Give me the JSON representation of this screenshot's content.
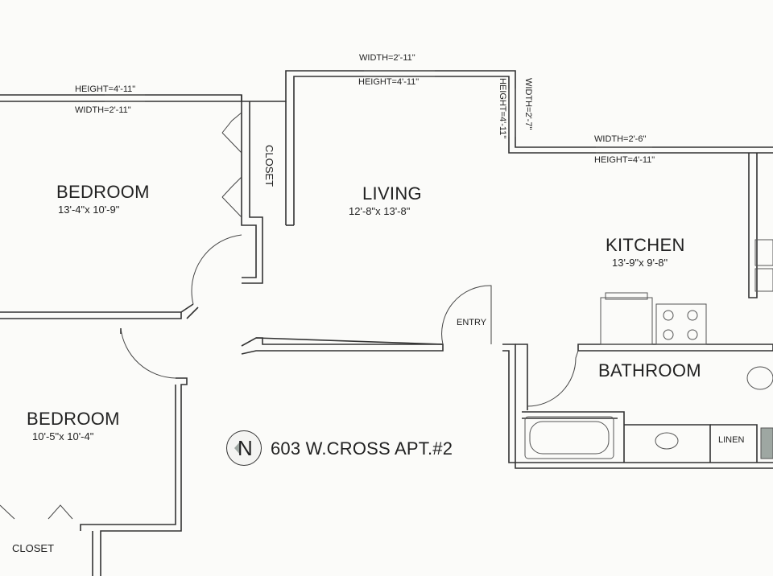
{
  "rooms": {
    "bedroom1": {
      "name": "BEDROOM",
      "dims": "13'-4\"x 10'-9\""
    },
    "living": {
      "name": "LIVING",
      "dims": "12'-8\"x 13'-8\""
    },
    "kitchen": {
      "name": "KITCHEN",
      "dims": "13'-9\"x 9'-8\""
    },
    "bedroom2": {
      "name": "BEDROOM",
      "dims": "10'-5\"x 10'-4\""
    },
    "bathroom": {
      "name": "BATHROOM"
    },
    "closet1": {
      "name": "CLOSET"
    },
    "closet2": {
      "name": "CLOSET"
    },
    "linen": {
      "name": "LINEN"
    },
    "entry": {
      "name": "ENTRY"
    }
  },
  "windows": {
    "top_width": "WIDTH=2'-11\"",
    "top_height": "HEIGHT=4'-11\"",
    "left_height": "HEIGHT=4'-11\"",
    "left_width": "WIDTH=2'-11\"",
    "side_height": "HEIGHT=4'-11\"",
    "side_width": "WIDTH=2'-7\"",
    "kitchen_width": "WIDTH=2'-6\"",
    "kitchen_height": "HEIGHT=4'-11\""
  },
  "compass": {
    "letter": "N"
  },
  "address": "603 W.CROSS APT.#2"
}
